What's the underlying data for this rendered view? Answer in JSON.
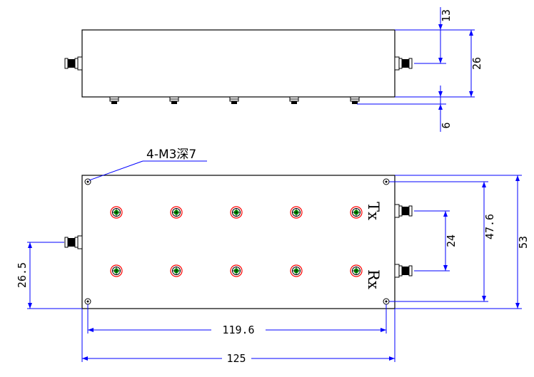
{
  "dimensions": {
    "top_flange_offset": "13",
    "top_height": "26",
    "top_bottom_offset": "6",
    "hole_spacing_length": "119.6",
    "overall_length": "125",
    "port_offset_left": "26.5",
    "tx_rx_spacing": "24",
    "hole_spacing_height": "47.6",
    "overall_height": "53"
  },
  "callout": {
    "holes": "4-M3深7"
  },
  "ports": {
    "tx": "Tx",
    "rx": "Rx"
  },
  "colors": {
    "line": "#000000",
    "dimension": "#0000ff",
    "screw_ring": "#ff0000",
    "screw_center": "#00aa00"
  }
}
